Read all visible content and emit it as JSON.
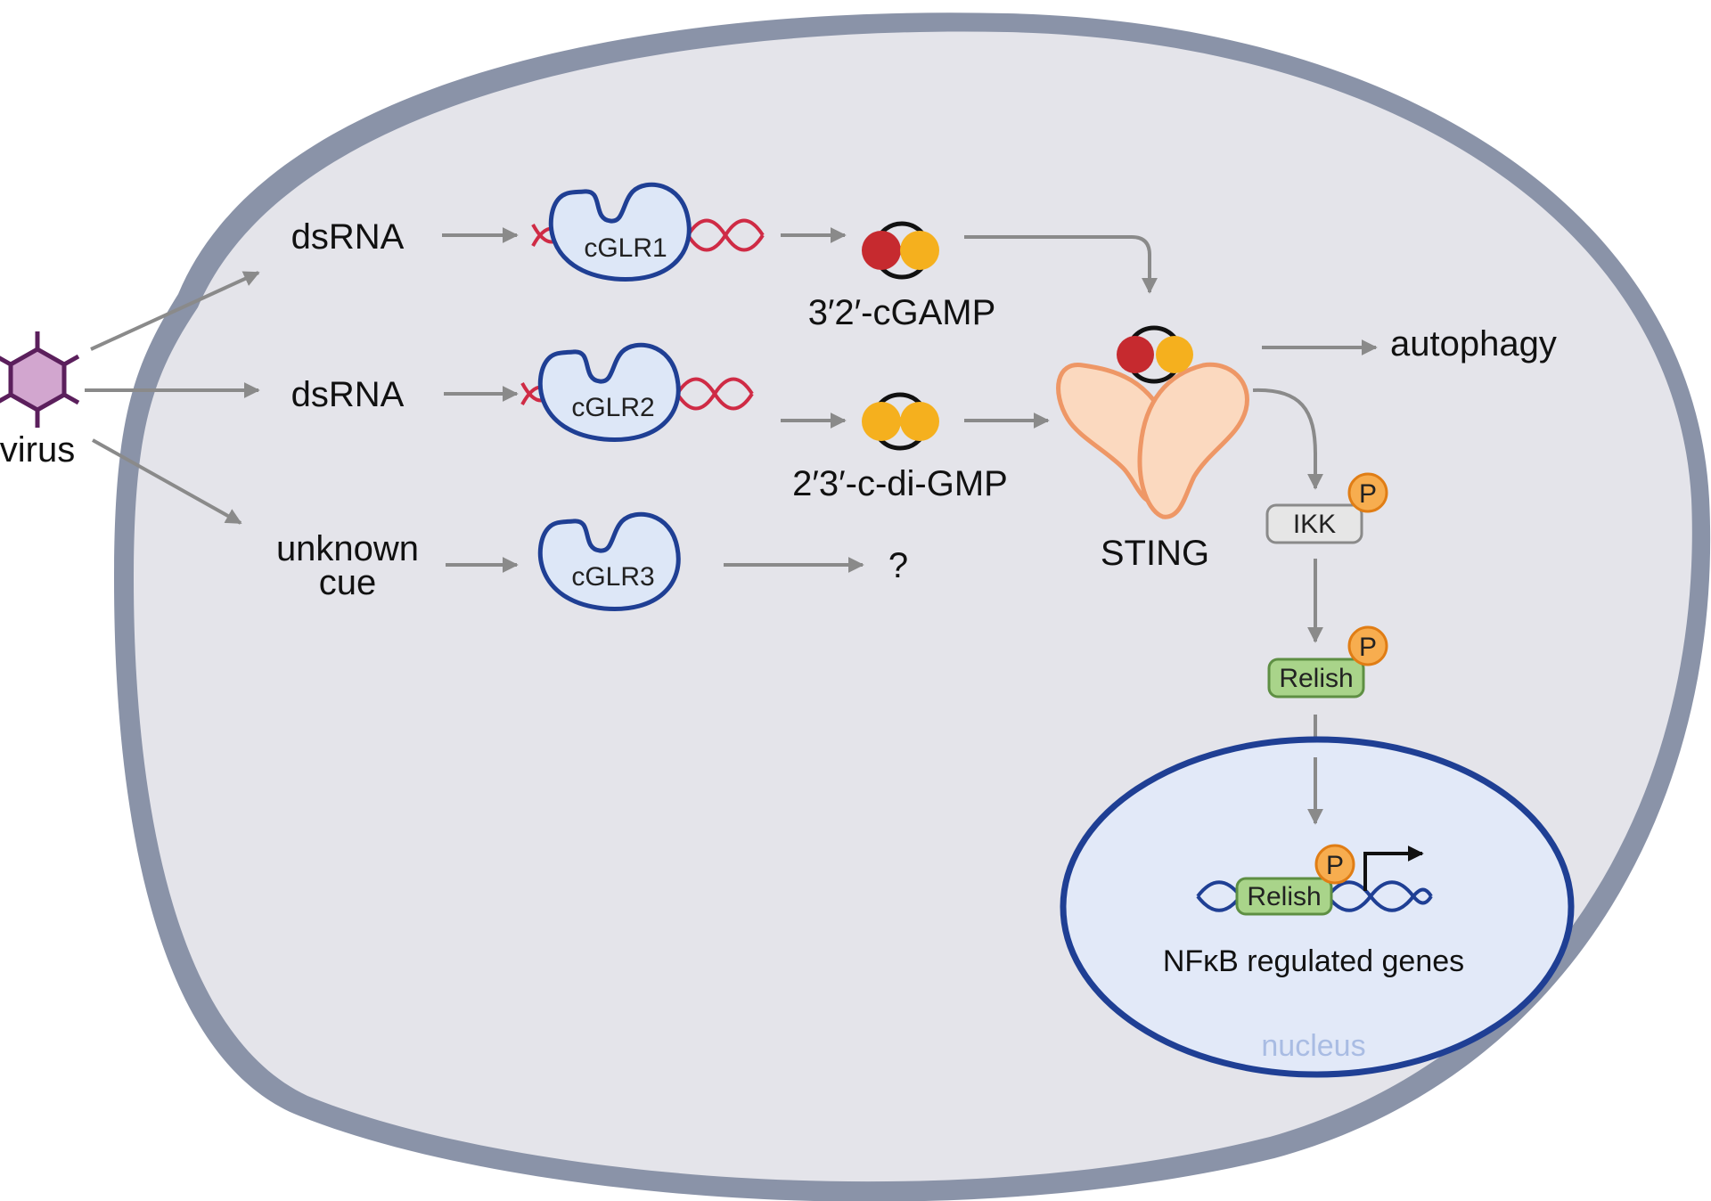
{
  "virus": {
    "label": "virus"
  },
  "pathway1": {
    "input": "dsRNA",
    "receptor": "cGLR1",
    "product": "3′2′-cGAMP"
  },
  "pathway2": {
    "input": "dsRNA",
    "receptor": "cGLR2",
    "product": "2′3′-c-di-GMP"
  },
  "pathway3": {
    "input_line1": "unknown",
    "input_line2": "cue",
    "receptor": "cGLR3",
    "product": "?"
  },
  "sting": {
    "label": "STING"
  },
  "autophagy": {
    "label": "autophagy"
  },
  "ikk": {
    "label": "IKK",
    "phospho": "P"
  },
  "relish": {
    "label": "Relish",
    "phospho": "P"
  },
  "nucleus": {
    "label": "nucleus",
    "relish": "Relish",
    "phospho": "P",
    "genes": "NFκB regulated genes"
  },
  "colors": {
    "cell_fill": "#e4e4ea",
    "cell_membrane": "#8a93a8",
    "nucleus_fill": "#e2e9f8",
    "nucleus_border": "#1f3f94",
    "arrow": "#8a8a8a",
    "sting_fill": "#fbd9bf",
    "sting_border": "#ee9766",
    "cdn_red": "#c62a2f",
    "cdn_yellow": "#f5b01e",
    "phospho": "#f7ad4f",
    "relish_fill": "#a9d48a",
    "ikk_fill": "#e6e6e6",
    "dna_red": "#cf2b45",
    "dna_blue": "#1f3f94"
  }
}
